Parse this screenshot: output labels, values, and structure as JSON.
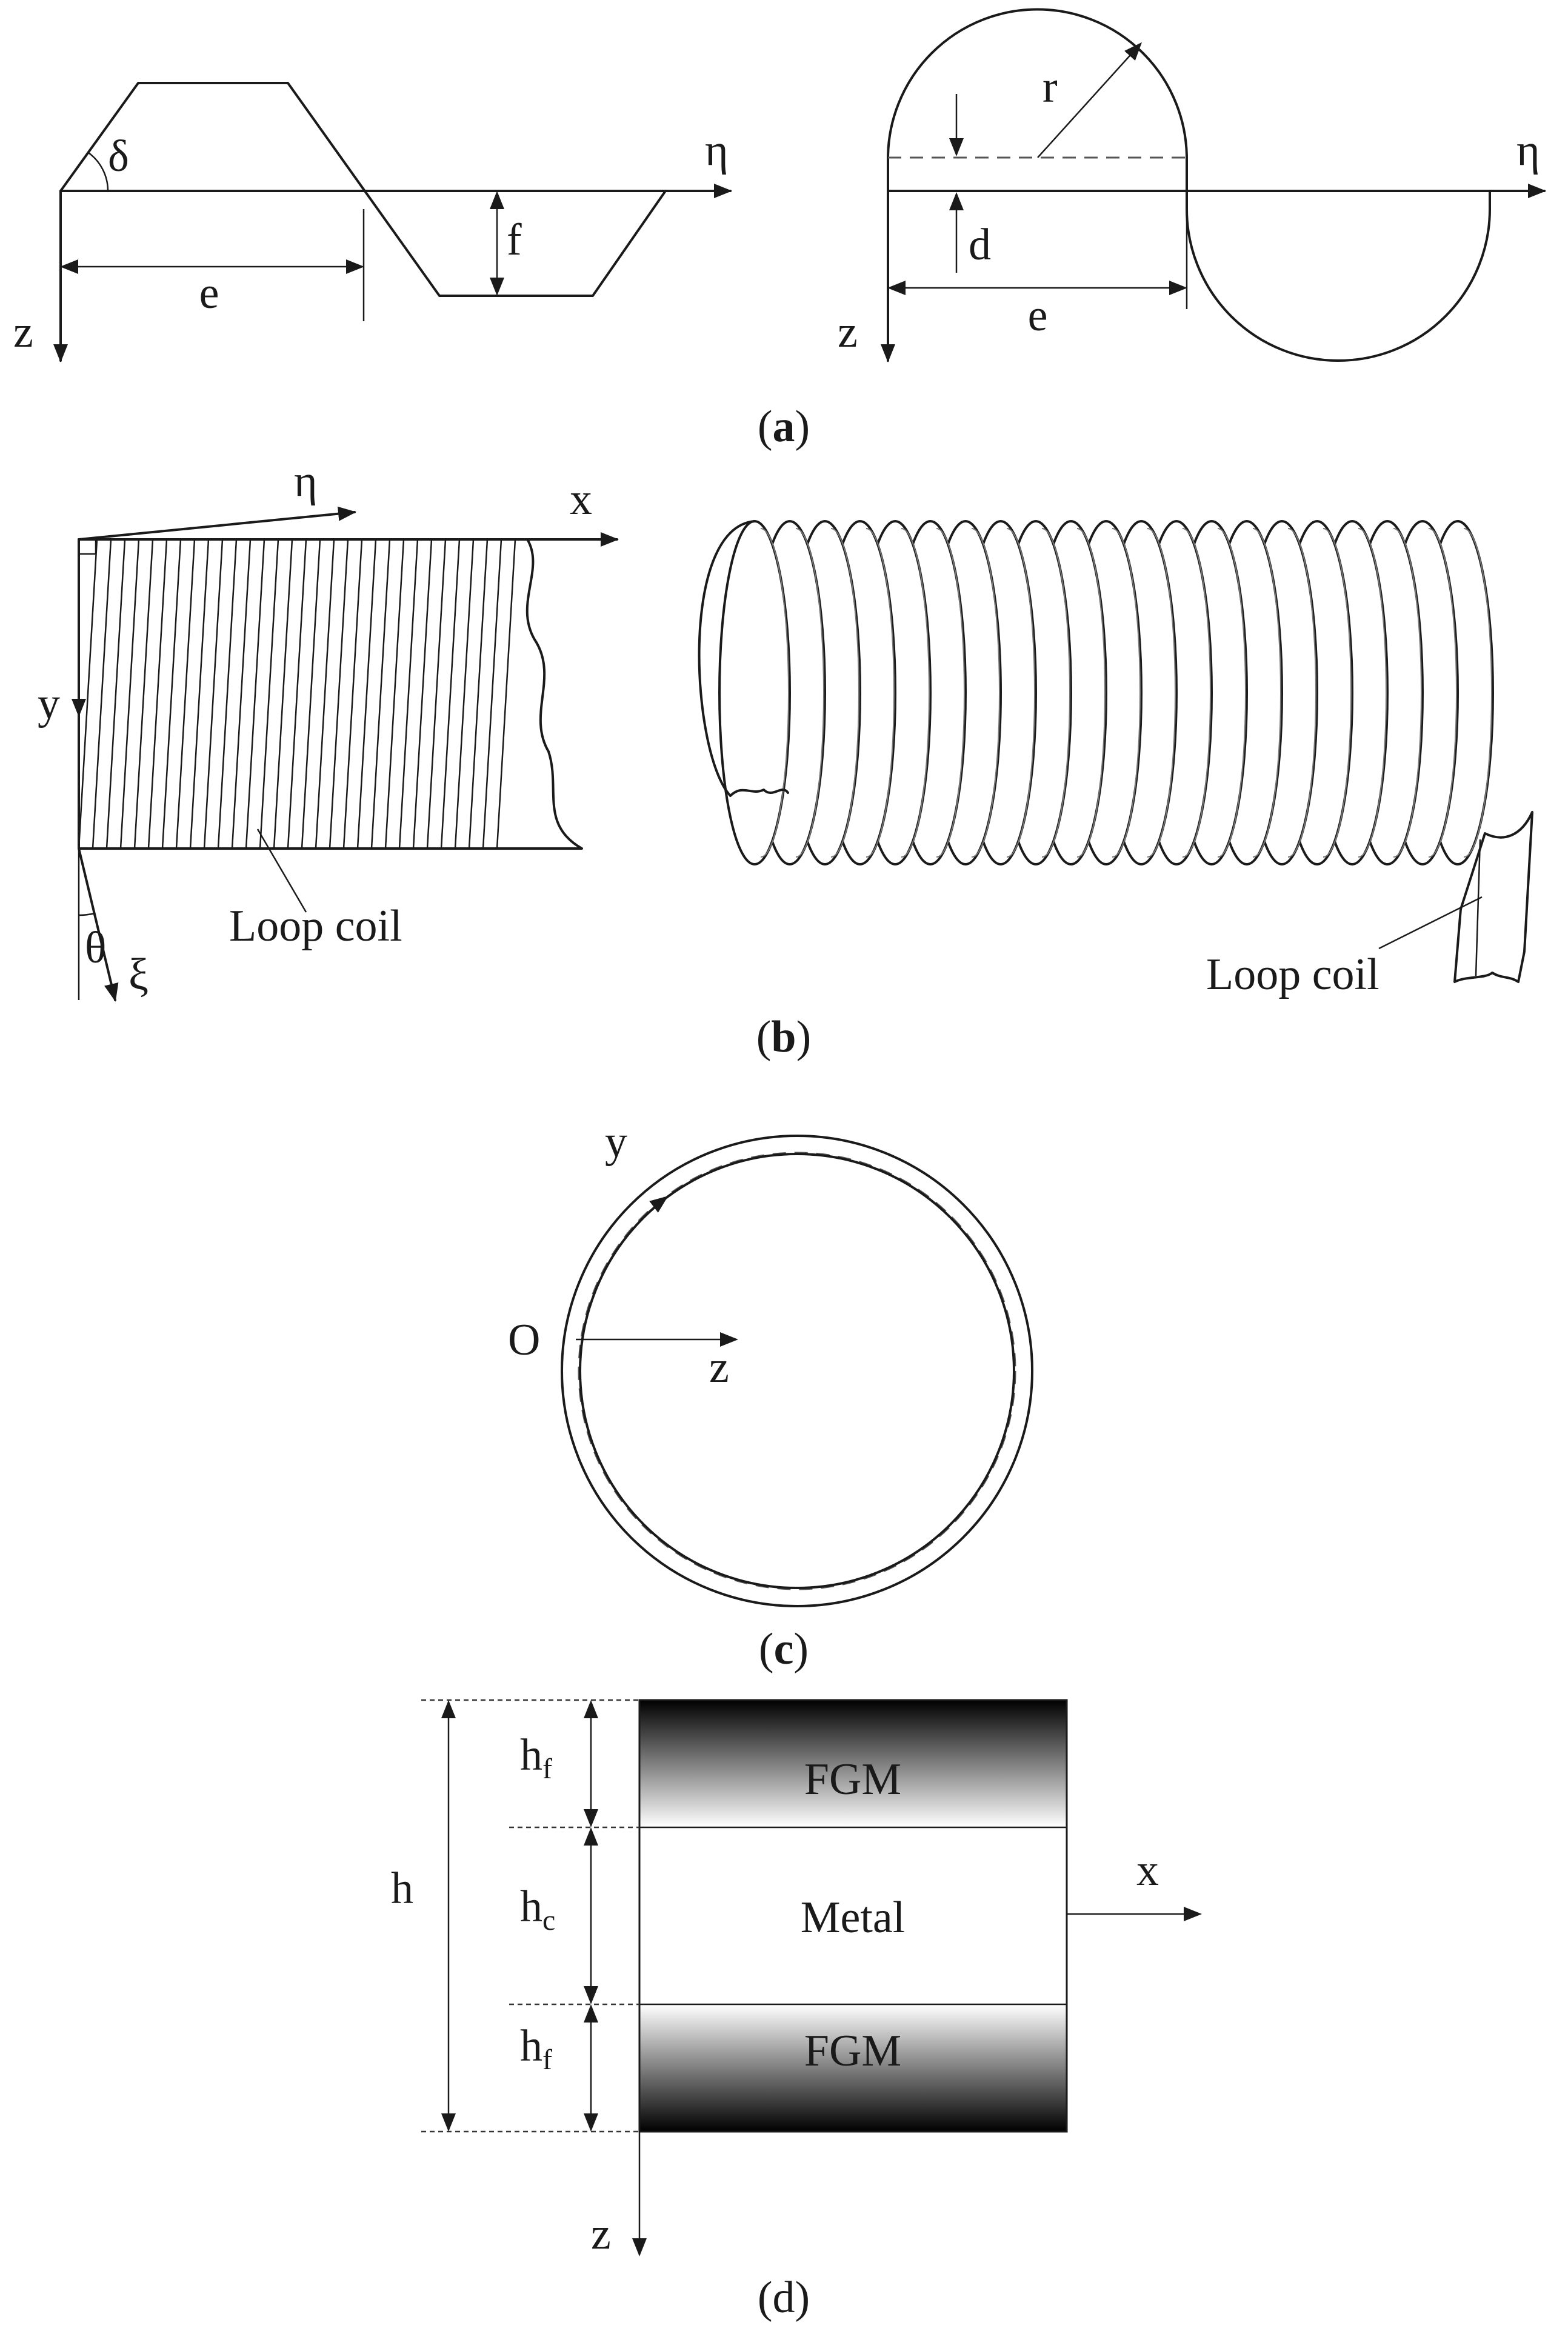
{
  "figure": {
    "panel_a": {
      "caption_open": "(",
      "caption_letter": "a",
      "caption_close": ")",
      "trapezoid": {
        "angle": "δ",
        "height": "f",
        "half_length": "e",
        "axis_h": "η",
        "axis_v": "z"
      },
      "round": {
        "radius": "r",
        "offset": "d",
        "half_length": "e",
        "axis_h": "η",
        "axis_v": "z"
      }
    },
    "panel_b": {
      "caption_open": "(",
      "caption_letter": "b",
      "caption_close": ")",
      "plate": {
        "axis_x": "x",
        "axis_y": "y",
        "axis_eta": "η",
        "axis_xi": "ξ",
        "angle": "θ",
        "coil_label": "Loop coil"
      },
      "cylinder": {
        "coil_label": "Loop coil"
      }
    },
    "panel_c": {
      "caption_open": "(",
      "caption_letter": "c",
      "caption_close": ")",
      "origin": "O",
      "axis_y": "y",
      "axis_z": "z"
    },
    "panel_d": {
      "caption": "(d)",
      "total_label": "h",
      "face_label_base": "h",
      "face_label_sub": "f",
      "core_label_base": "h",
      "core_label_sub": "c",
      "layers": [
        "FGM",
        "Metal",
        "FGM"
      ],
      "axis_x": "x",
      "axis_z": "z"
    },
    "colors": {
      "line": "#1a1a1a",
      "gradient_dark": "#000000",
      "gradient_light": "#ffffff"
    }
  }
}
